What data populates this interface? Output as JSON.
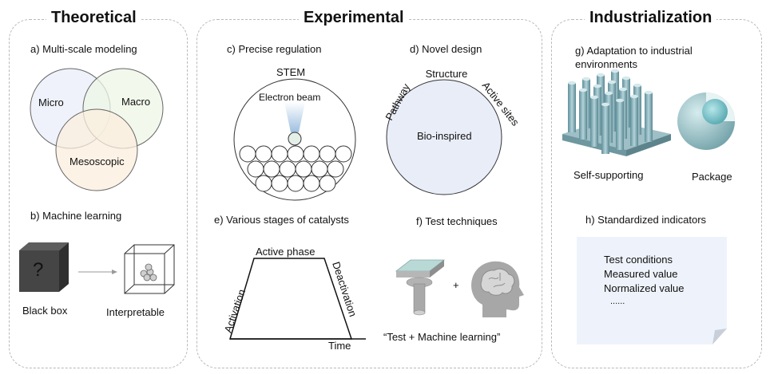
{
  "sections": {
    "theoretical": "Theoretical",
    "experimental": "Experimental",
    "industrialization": "Industrialization"
  },
  "a": {
    "title": "a) Multi-scale modeling",
    "micro": "Micro",
    "macro": "Macro",
    "meso": "Mesoscopic"
  },
  "b": {
    "title": "b) Machine learning",
    "box_mark": "?",
    "black_box": "Black box",
    "interpretable": "Interpretable"
  },
  "c": {
    "title": "c) Precise regulation",
    "stem": "STEM",
    "beam": "Electron beam"
  },
  "d": {
    "title": "d) Novel design",
    "pathway": "Pathway",
    "structure": "Structure",
    "active_sites": "Active sites",
    "center": "Bio-inspired"
  },
  "e": {
    "title": "e) Various stages of catalysts",
    "active_phase": "Active phase",
    "activation": "Activation",
    "deactivation": "Deactivation",
    "time": "Time"
  },
  "f": {
    "title": "f) Test techniques",
    "plus": "+",
    "caption": "“Test + Machine learning”"
  },
  "g": {
    "title_line1": "g) Adaptation to industrial",
    "title_line2": "environments",
    "self_supporting": "Self-supporting",
    "package": "Package"
  },
  "h": {
    "title": "h) Standardized indicators",
    "lines": [
      "Test conditions",
      "Measured value",
      "Normalized value",
      "......"
    ]
  }
}
